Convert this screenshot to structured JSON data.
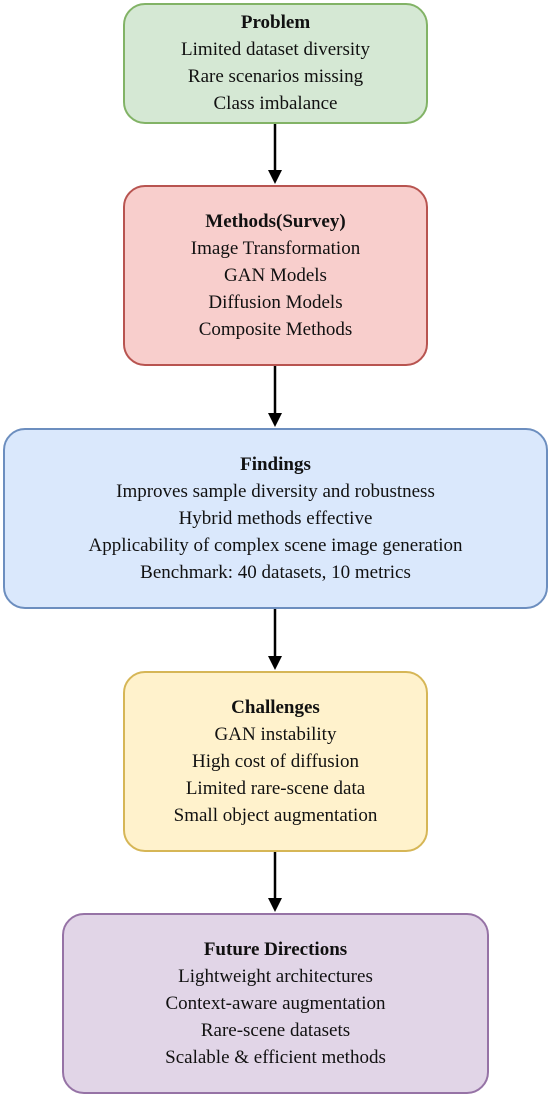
{
  "colors": {
    "problem": {
      "fill": "#d5e8d4",
      "stroke": "#82b366"
    },
    "methods": {
      "fill": "#f8cecc",
      "stroke": "#b85450"
    },
    "findings": {
      "fill": "#dae8fc",
      "stroke": "#6c8ebf"
    },
    "challenges": {
      "fill": "#fff2cc",
      "stroke": "#d6b656"
    },
    "future": {
      "fill": "#e1d5e7",
      "stroke": "#9673a6"
    },
    "arrow": "#000000"
  },
  "boxes": {
    "problem": {
      "title": "Problem",
      "lines": [
        "Limited dataset diversity",
        "Rare scenarios missing",
        "Class imbalance"
      ]
    },
    "methods": {
      "title": "Methods(Survey)",
      "lines": [
        "Image Transformation",
        "GAN Models",
        "Diffusion Models",
        "Composite Methods"
      ]
    },
    "findings": {
      "title": "Findings",
      "lines": [
        "Improves sample diversity and robustness",
        "Hybrid methods effective",
        "Applicability of complex scene image generation",
        "Benchmark: 40 datasets, 10 metrics"
      ]
    },
    "challenges": {
      "title": "Challenges",
      "lines": [
        "GAN instability",
        "High cost of diffusion",
        "Limited rare-scene data",
        "Small object augmentation"
      ]
    },
    "future": {
      "title": "Future Directions",
      "lines": [
        "Lightweight architectures",
        "Context-aware augmentation",
        "Rare-scene datasets",
        "Scalable & efficient methods"
      ]
    }
  }
}
